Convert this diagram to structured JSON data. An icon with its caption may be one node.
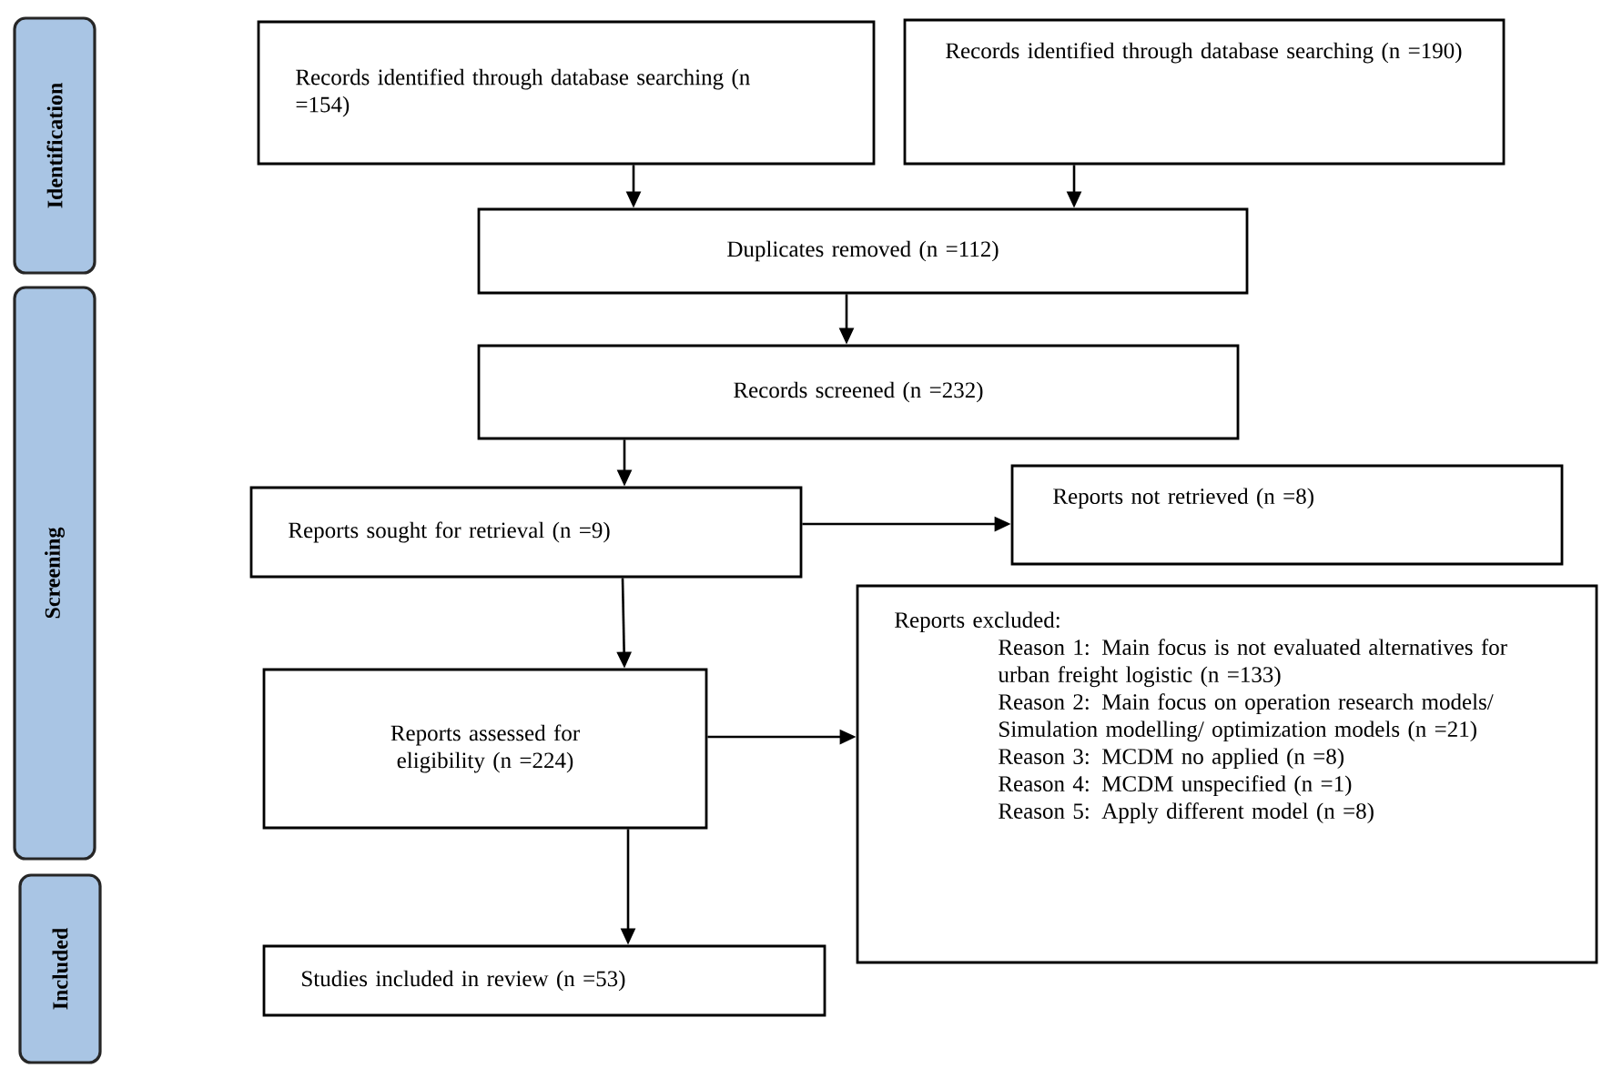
{
  "diagram": {
    "nodes": [
      {
        "text": [
          "Identification"
        ]
      },
      {
        "text": [
          "Screening"
        ]
      },
      {
        "text": [
          "Included"
        ]
      },
      {
        "text": [
          "Records identified through database searching (n =154)"
        ]
      },
      {
        "text": [
          "Records identified through database searching (n =190)"
        ]
      },
      {
        "text": [
          "Duplicates removed (n =112)"
        ]
      },
      {
        "text": [
          "Records screened (n =232)"
        ]
      },
      {
        "text": [
          "Reports sought for retrieval (n =9)"
        ]
      },
      {
        "text": [
          "Reports not retrieved (n =8)"
        ]
      },
      {
        "text": [
          "Reports assessed for eligibility (n =224)"
        ]
      },
      {
        "text": [
          "Reports excluded:",
          "Reason 1: Main focus is not evaluated alternatives for urban freight logistic (n =133)",
          "Reason 2: Main focus on operation research models/ Simulation modelling/ optimization models (n =21)",
          "Reason 3: MCDM no applied (n =8)",
          "Reason 4: MCDM unspecified (n =1)",
          "Reason 5: Apply different model (n =8)"
        ]
      },
      {
        "text": [
          "Studies included in review (n =53)"
        ]
      }
    ],
    "edges": [
      {
        "from": 3,
        "to": 5,
        "arrow": "to"
      },
      {
        "from": 4,
        "to": 5,
        "arrow": "to"
      },
      {
        "from": 5,
        "to": 6,
        "arrow": "to"
      },
      {
        "from": 6,
        "to": 7,
        "arrow": "to"
      },
      {
        "from": 7,
        "to": 8,
        "arrow": "to"
      },
      {
        "from": 7,
        "to": 9,
        "arrow": "to"
      },
      {
        "from": 9,
        "to": 10,
        "arrow": "to"
      },
      {
        "from": 9,
        "to": 11,
        "arrow": "to"
      }
    ]
  }
}
